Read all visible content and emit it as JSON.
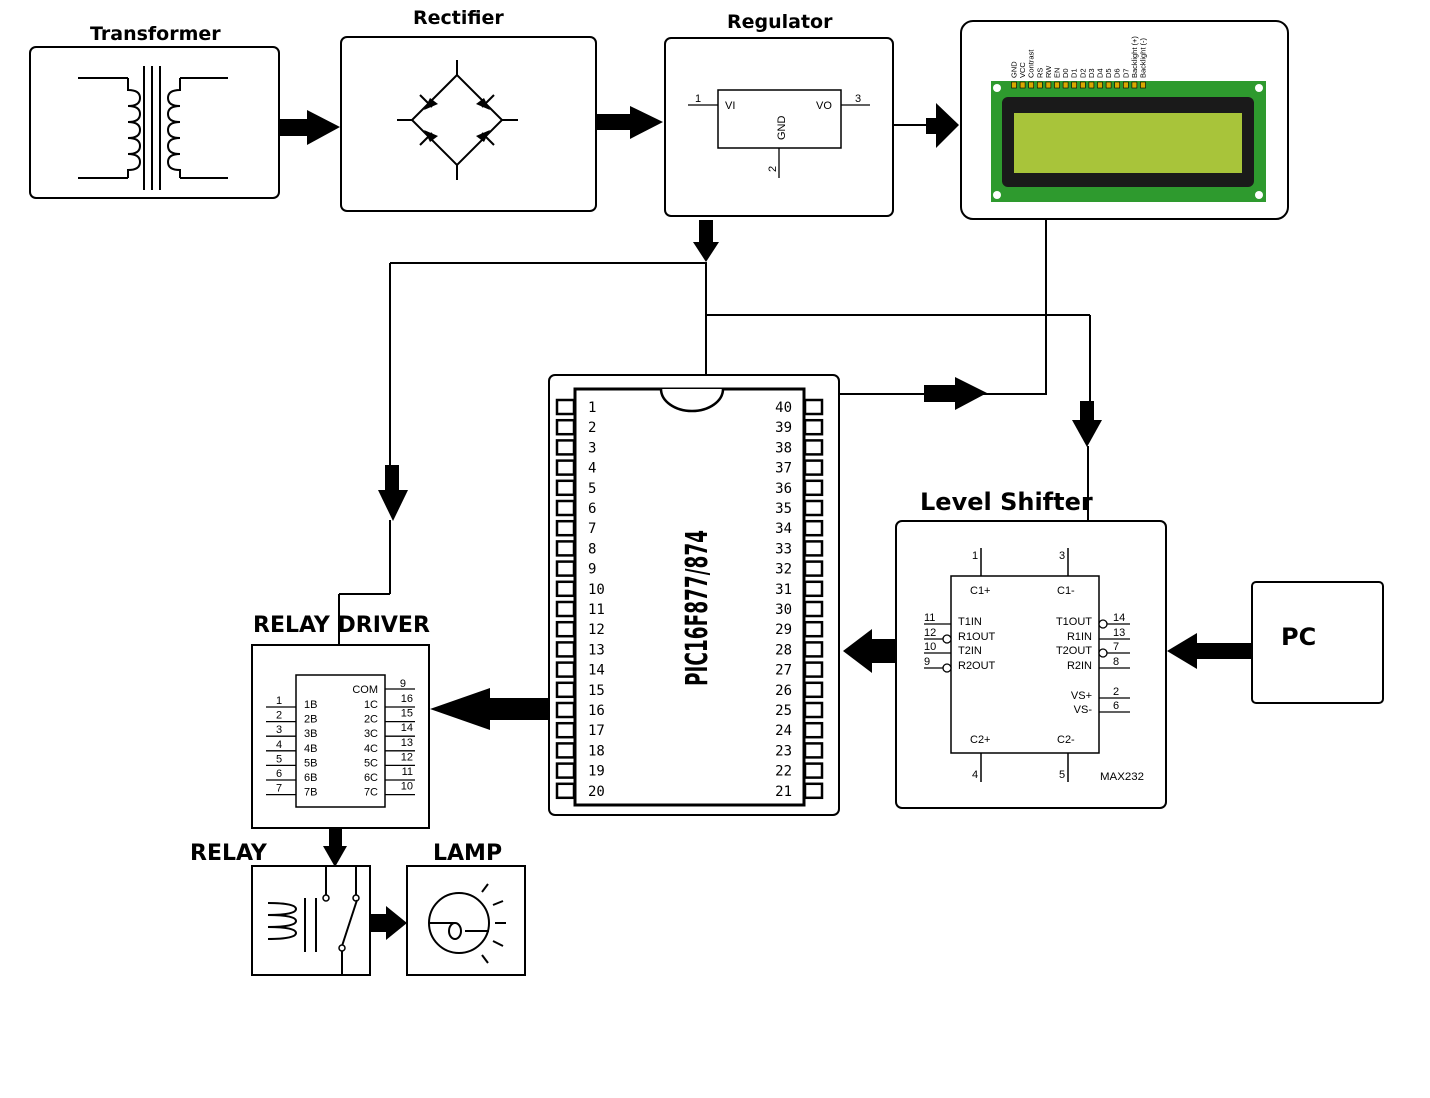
{
  "blocks": {
    "transformer": "Transformer",
    "rectifier": "Rectifier",
    "regulator": "Regulator",
    "relay_driver": "RELAY DRIVER",
    "relay": "RELAY",
    "lamp": "LAMP",
    "level_shifter": "Level Shifter",
    "pc": "PC"
  },
  "regulator": {
    "pin_in": "1",
    "pin_out": "3",
    "pin_gnd": "2",
    "label_in": "VI",
    "label_out": "VO",
    "label_gnd": "GND"
  },
  "mcu": {
    "part": "PIC16F877/874",
    "left_pins": [
      "1",
      "2",
      "3",
      "4",
      "5",
      "6",
      "7",
      "8",
      "9",
      "10",
      "11",
      "12",
      "13",
      "14",
      "15",
      "16",
      "17",
      "18",
      "19",
      "20"
    ],
    "right_pins": [
      "40",
      "39",
      "38",
      "37",
      "36",
      "35",
      "34",
      "33",
      "32",
      "31",
      "30",
      "29",
      "28",
      "27",
      "26",
      "25",
      "24",
      "23",
      "22",
      "21"
    ]
  },
  "lcd": {
    "pins": [
      "GND",
      "VCC",
      "Contrast",
      "RS",
      "RW",
      "EN",
      "D0",
      "D1",
      "D2",
      "D3",
      "D4",
      "D5",
      "D6",
      "D7",
      "Backlight (+)",
      "Backlight (-)"
    ]
  },
  "max232": {
    "part": "MAX232",
    "top_pins": [
      {
        "num": "1",
        "name": "C1+"
      },
      {
        "num": "3",
        "name": "C1-"
      }
    ],
    "bottom_pins": [
      {
        "num": "4",
        "name": "C2+"
      },
      {
        "num": "5",
        "name": "C2-"
      }
    ],
    "left_pins": [
      {
        "num": "11",
        "name": "T1IN"
      },
      {
        "num": "12",
        "name": "R1OUT"
      },
      {
        "num": "10",
        "name": "T2IN"
      },
      {
        "num": "9",
        "name": "R2OUT"
      }
    ],
    "right_pins": [
      {
        "num": "14",
        "name": "T1OUT"
      },
      {
        "num": "13",
        "name": "R1IN"
      },
      {
        "num": "7",
        "name": "T2OUT"
      },
      {
        "num": "8",
        "name": "R2IN"
      },
      {
        "num": "2",
        "name": "VS+"
      },
      {
        "num": "6",
        "name": "VS-"
      }
    ]
  },
  "uln2003": {
    "left_pins": [
      {
        "num": "1",
        "name": "1B"
      },
      {
        "num": "2",
        "name": "2B"
      },
      {
        "num": "3",
        "name": "3B"
      },
      {
        "num": "4",
        "name": "4B"
      },
      {
        "num": "5",
        "name": "5B"
      },
      {
        "num": "6",
        "name": "6B"
      },
      {
        "num": "7",
        "name": "7B"
      }
    ],
    "right_pins": [
      {
        "num": "16",
        "name": "1C"
      },
      {
        "num": "15",
        "name": "2C"
      },
      {
        "num": "14",
        "name": "3C"
      },
      {
        "num": "13",
        "name": "4C"
      },
      {
        "num": "12",
        "name": "5C"
      },
      {
        "num": "11",
        "name": "6C"
      },
      {
        "num": "10",
        "name": "7C"
      }
    ],
    "com": {
      "num": "9",
      "name": "COM"
    }
  },
  "colors": {
    "lcd_board": "#2e9a2e",
    "lcd_screen": "#a8c43a",
    "lcd_bezel": "#1a1a1a",
    "ink": "#000000"
  }
}
